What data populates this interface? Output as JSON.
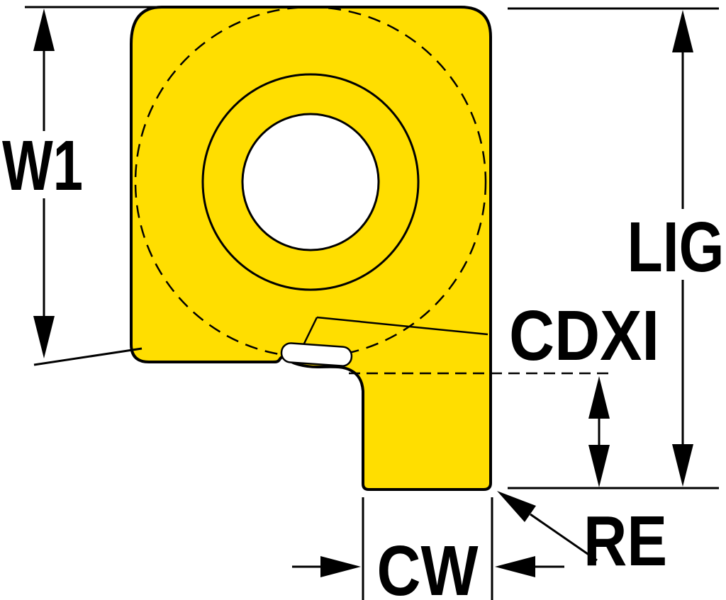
{
  "diagram": {
    "colors": {
      "insert_fill": "#FFDE00",
      "line": "#000000",
      "hole_fill": "#FFFFFF",
      "background": "#FFFFFF"
    },
    "labels": {
      "width1": "W1",
      "lig": "LIG",
      "cdxi": "CDXI",
      "cut_width": "CW",
      "corner_radius": "RE"
    }
  }
}
